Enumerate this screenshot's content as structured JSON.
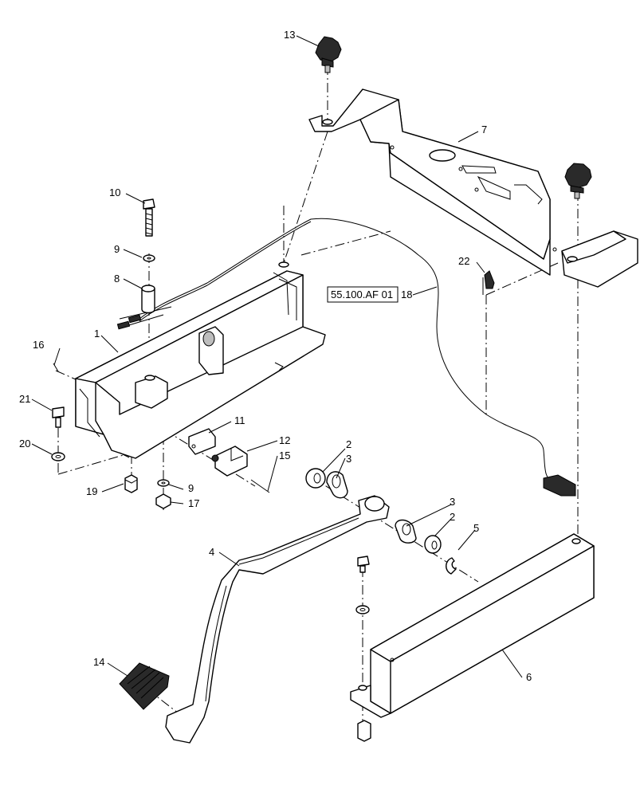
{
  "diagram": {
    "reference_label": "55.100.AF 01",
    "callouts": {
      "c1": "1",
      "c2a": "2",
      "c2b": "2",
      "c3a": "3",
      "c3b": "3",
      "c4": "4",
      "c5": "5",
      "c6": "6",
      "c7": "7",
      "c8": "8",
      "c9a": "9",
      "c9b": "9",
      "c10": "10",
      "c11": "11",
      "c12": "12",
      "c13": "13",
      "c14": "14",
      "c15": "15",
      "c16": "16",
      "c17": "17",
      "c18": "18",
      "c19": "19",
      "c20": "20",
      "c21": "21",
      "c22": "22"
    }
  }
}
